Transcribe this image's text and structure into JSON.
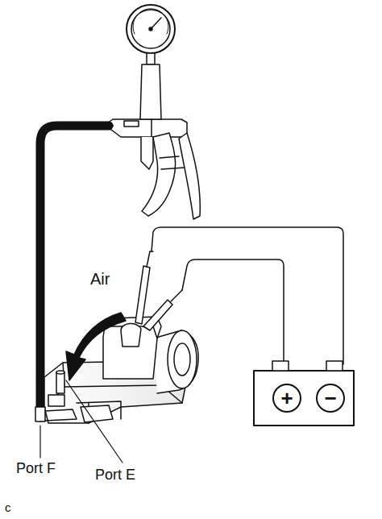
{
  "diagram": {
    "labels": [
      "Air",
      "Port F",
      "Port E",
      "c",
      "+",
      "−"
    ]
  }
}
